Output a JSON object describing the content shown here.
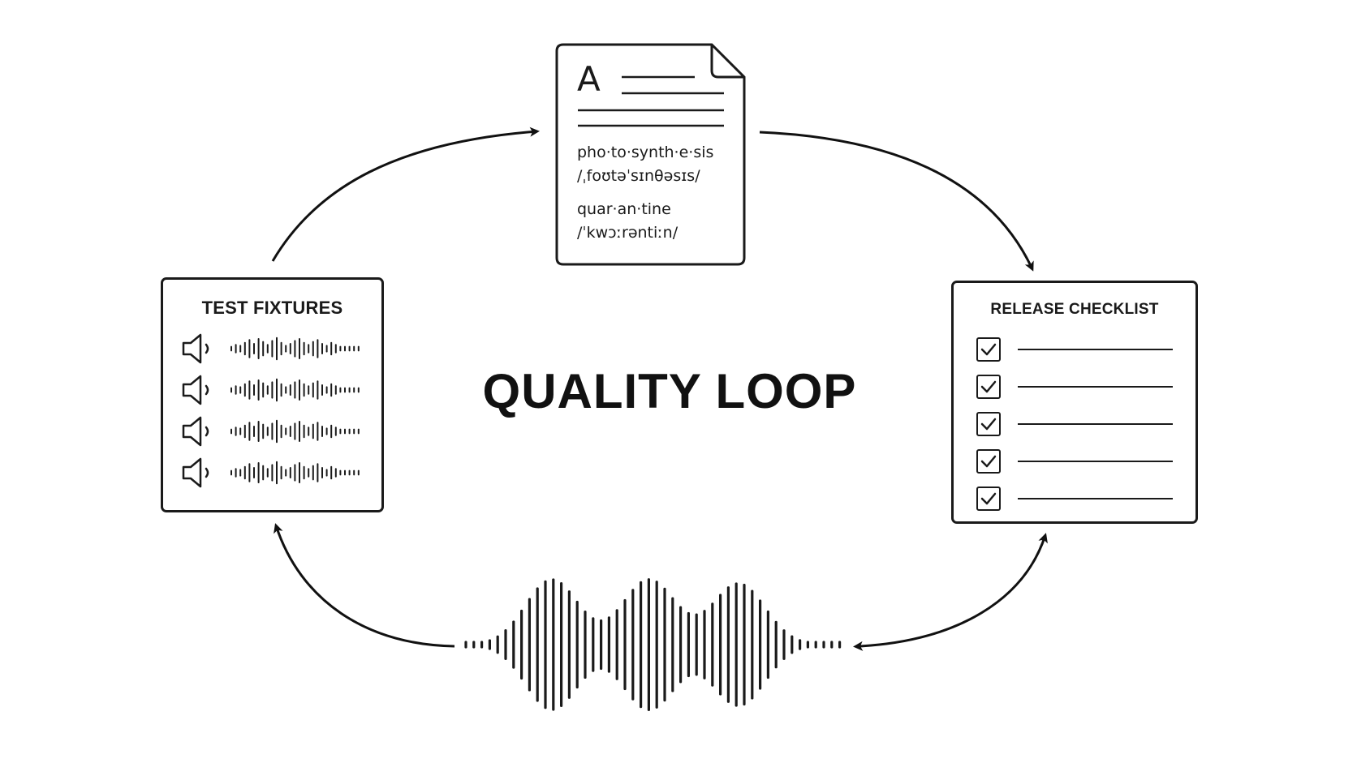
{
  "title": "QUALITY LOOP",
  "fixtures": {
    "title": "TEST FIXTURES",
    "icons": [
      "speaker-icon",
      "waveform-icon"
    ],
    "row_count_label": ""
  },
  "document": {
    "letter": "A",
    "entries": [
      {
        "word": "pho·to·synth·e·sis",
        "ipa": "/ˌfoʊtəˈsɪnθəsɪs/"
      },
      {
        "word": "quar·an·tine",
        "ipa": "/ˈkwɔːrəntiːn/"
      }
    ],
    "icon": "document-icon"
  },
  "checklist": {
    "title": "RELEASE CHECKLIST",
    "icon": "checkbox-icon"
  },
  "waveform": {
    "icon": "audio-waveform-icon"
  },
  "colors": {
    "ink": "#1a1a1a",
    "background": "#ffffff"
  }
}
